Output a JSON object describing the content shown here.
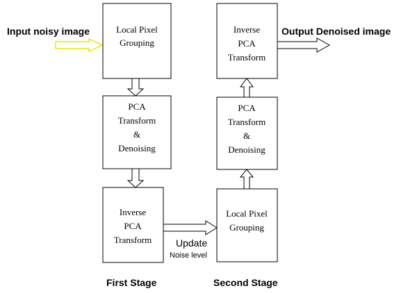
{
  "input_label": "Input noisy image",
  "output_label": "Output Denoised image",
  "first_stage": {
    "label": "First Stage",
    "boxes": [
      {
        "lines": [
          "Local Pixel",
          "Grouping"
        ]
      },
      {
        "lines": [
          "PCA",
          "Transform",
          "&",
          "Denoising"
        ]
      },
      {
        "lines": [
          "Inverse",
          "PCA",
          "Transform"
        ]
      }
    ]
  },
  "second_stage": {
    "label": "Second Stage",
    "boxes": [
      {
        "lines": [
          "Local Pixel",
          "Grouping"
        ]
      },
      {
        "lines": [
          "PCA",
          "Transform",
          "&",
          "Denoising"
        ]
      },
      {
        "lines": [
          "Inverse",
          "PCA",
          "Transform"
        ]
      }
    ]
  },
  "update": {
    "line1": "Update",
    "line2": "Noise level"
  },
  "colors": {
    "input_arrow": "#e8e800",
    "border": "#000000"
  }
}
